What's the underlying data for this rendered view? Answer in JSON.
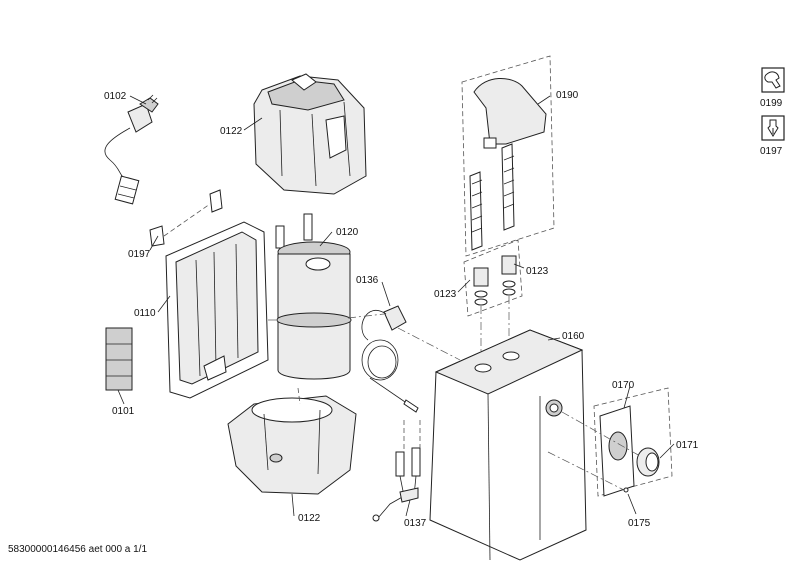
{
  "labels": {
    "p0102": "0102",
    "p0122_top": "0122",
    "p0197_left": "0197",
    "p0110": "0110",
    "p0101": "0101",
    "p0120": "0120",
    "p0136": "0136",
    "p0122_bottom": "0122",
    "p0137": "0137",
    "p0190": "0190",
    "p0123_left": "0123",
    "p0123_right": "0123",
    "p0160": "0160",
    "p0170": "0170",
    "p0171": "0171",
    "p0175": "0175",
    "p0199": "0199",
    "p0197_right": "0197"
  },
  "footer": "58300000146456 aet 000 a 1/1"
}
